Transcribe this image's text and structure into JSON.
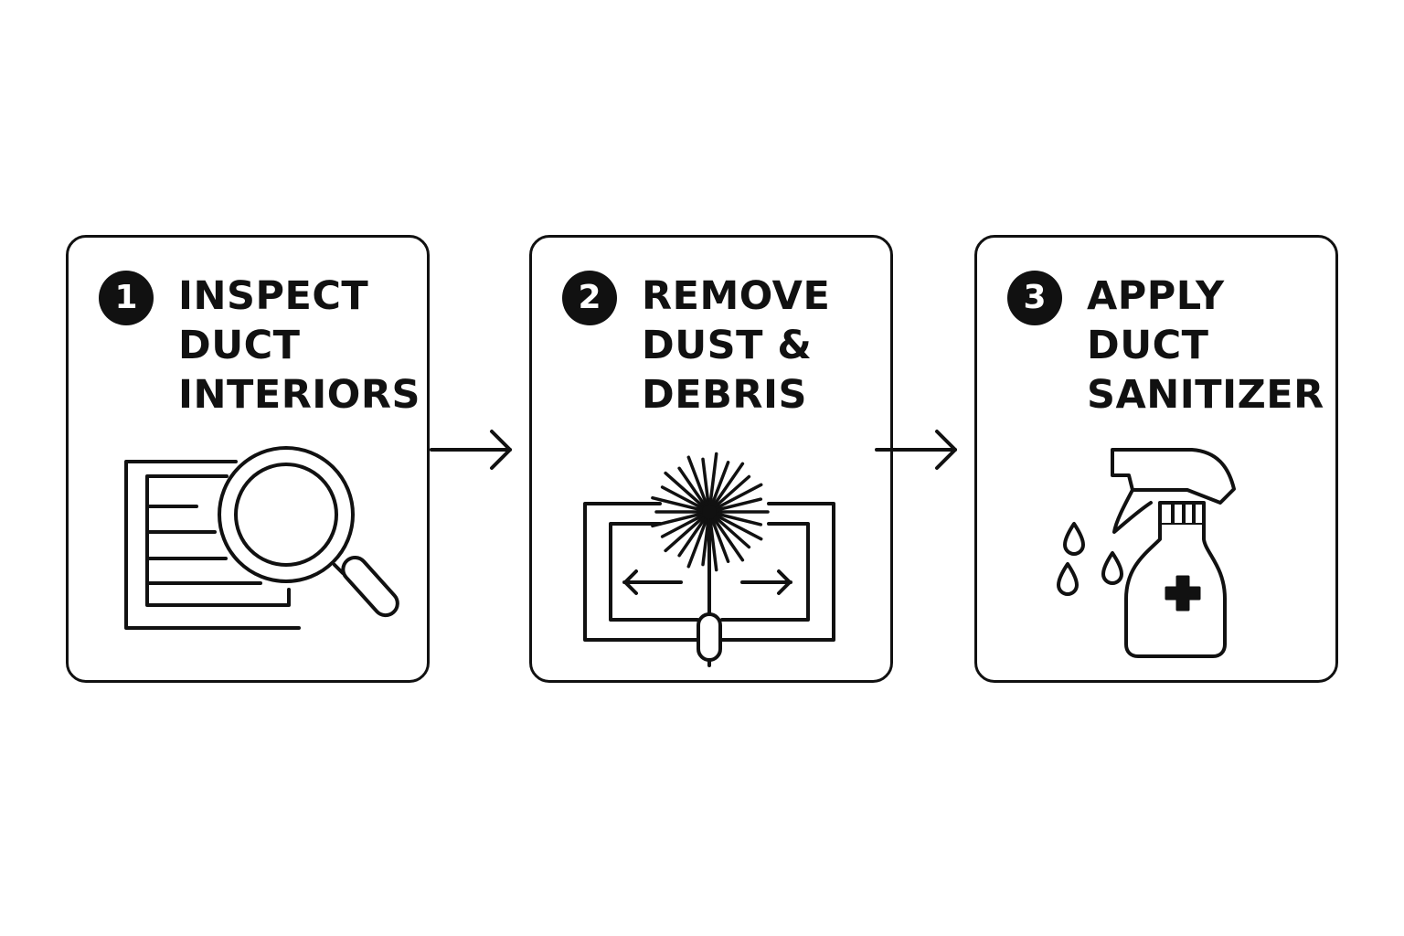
{
  "steps": [
    {
      "number": "1",
      "title_lines": [
        "INSPECT",
        "DUCT",
        "INTERIORS"
      ],
      "icon": "magnifier-over-duct-icon"
    },
    {
      "number": "2",
      "title_lines": [
        "REMOVE",
        "DUST &",
        "DEBRIS"
      ],
      "icon": "duct-brush-icon"
    },
    {
      "number": "3",
      "title_lines": [
        "APPLY",
        "DUCT",
        "SANITIZER"
      ],
      "icon": "spray-bottle-icon"
    }
  ],
  "colors": {
    "ink": "#111111",
    "background": "#ffffff"
  }
}
